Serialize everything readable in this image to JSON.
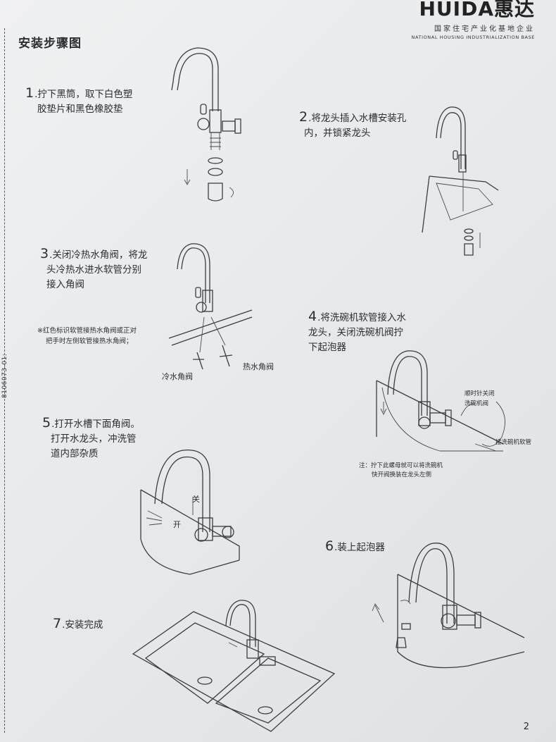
{
  "brand": {
    "logo_text": "HUIDA惠达",
    "tagline_cn": "国家住宅产业化基地企业",
    "tagline_en": "NATIONAL HOUSING INDUSTRIALIZATION BASE"
  },
  "margin_code": "8106073-01:",
  "title": "安装步骤图",
  "steps": [
    {
      "num": "1",
      "lines": [
        ".拧下黑筒，取下白色塑",
        "胶垫片和黑色橡胶垫"
      ]
    },
    {
      "num": "2",
      "lines": [
        ".将龙头插入水槽安装孔",
        "内，并锁紧龙头"
      ]
    },
    {
      "num": "3",
      "lines": [
        ".关闭冷热水角阀，将龙",
        "头冷热水进水软管分别",
        "接入角阀"
      ]
    },
    {
      "num": "4",
      "lines": [
        ".将洗碗机软管接入水",
        "龙头，关闭洗碗机阀拧",
        "下起泡器"
      ]
    },
    {
      "num": "5",
      "lines": [
        ".打开水槽下面角阀。",
        "打开水龙头，冲洗管",
        "道内部杂质"
      ]
    },
    {
      "num": "6",
      "lines": [
        ".装上起泡器"
      ]
    },
    {
      "num": "7",
      "lines": [
        ".安装完成"
      ]
    }
  ],
  "note3": [
    "※红色标识软管接热水角阀或正对",
    "把手时左侧软管接热水角阀；"
  ],
  "labels": {
    "cold_valve": "冷水角阀",
    "hot_valve": "热水角阀",
    "close_cw": "顺时针关闭",
    "dishwasher_valve": "洗碗机阀",
    "dishwasher_hose": "接洗碗机软管",
    "close": "关",
    "open": "开"
  },
  "note4": [
    "注：拧下此螺母就可以将洗碗机",
    "快开阀换装在龙头左侧"
  ],
  "page_number": "2"
}
